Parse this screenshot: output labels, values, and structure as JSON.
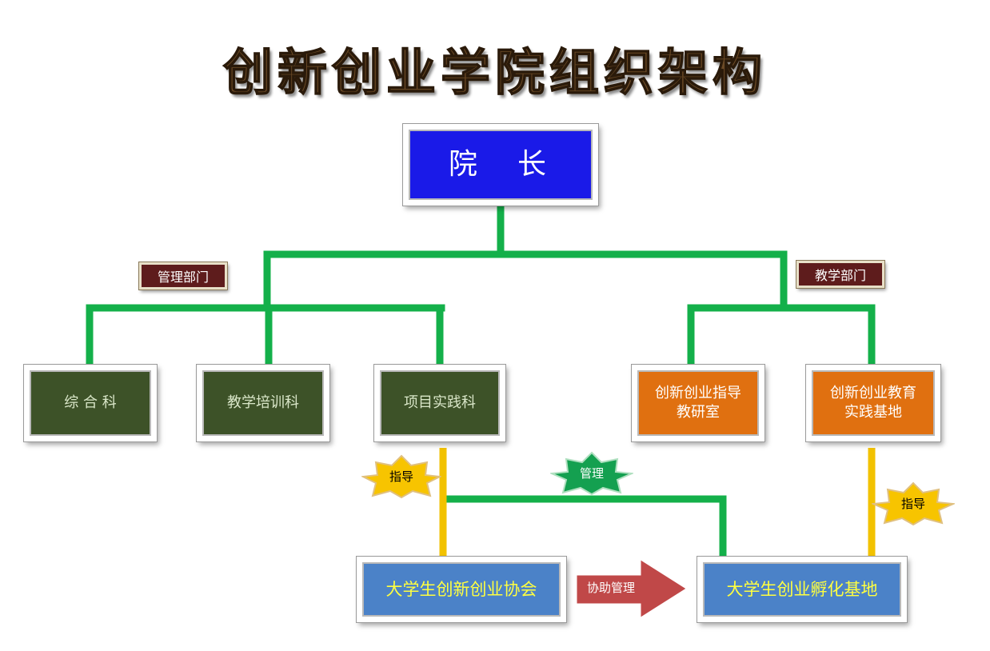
{
  "title": "创新创业学院组织架构",
  "dean": "院长",
  "tags": {
    "management": "管理部门",
    "teaching": "教学部门"
  },
  "management_units": [
    "综 合 科",
    "教学培训科",
    "项目实践科"
  ],
  "teaching_units": [
    "创新创业指导教研室",
    "创新创业教育实践基地"
  ],
  "student_units": {
    "association": "大学生创新创业协会",
    "incubator": "大学生创业孵化基地"
  },
  "relations": {
    "guide_left": "指导",
    "manage": "管理",
    "guide_right": "指导",
    "assist": "协助管理"
  },
  "colors": {
    "connector": "#14b04a",
    "guide_line": "#f2c200",
    "dean": "#1a1ae8",
    "management_box": "#3d5228",
    "teaching_box": "#e07010",
    "student_box": "#4b82c8",
    "tag": "#5e1c1c",
    "guide_star": "#f7c400",
    "manage_star": "#14a050",
    "assist_arrow": "#c04848"
  }
}
